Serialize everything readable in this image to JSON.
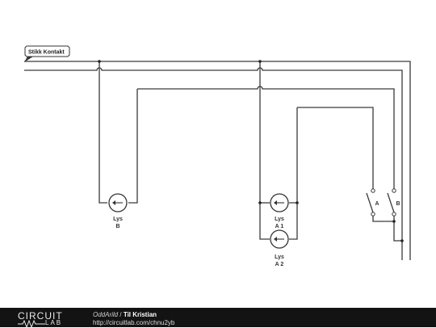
{
  "diagram": {
    "tag_label": "Stikk Kontakt",
    "lamps": [
      {
        "id": "lys-b",
        "line1": "Lys",
        "line2": "B"
      },
      {
        "id": "lys-a1",
        "line1": "Lys",
        "line2": "A 1"
      },
      {
        "id": "lys-a2",
        "line1": "Lys",
        "line2": "A 2"
      }
    ],
    "switches": [
      {
        "id": "switch-a",
        "label": "A"
      },
      {
        "id": "switch-b",
        "label": "B"
      }
    ]
  },
  "footer": {
    "logo_top": "CIRCUIT",
    "logo_bottom": "LAB",
    "author": "OddArild",
    "separator": "/",
    "title": "Til Kristian",
    "url": "http://circuitlab.com/chnu2yb"
  },
  "colors": {
    "wire": "#3a3a3a",
    "footer_bg": "#131313",
    "footer_text": "#dcdcdc"
  }
}
